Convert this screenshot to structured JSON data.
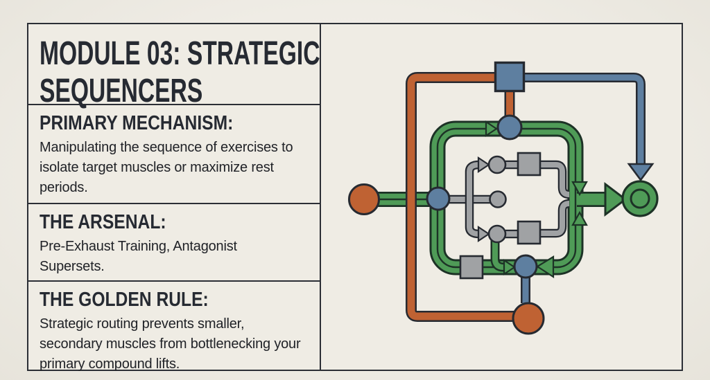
{
  "card": {
    "title": "MODULE 03: STRATEGIC SEQUENCERS",
    "sections": [
      {
        "heading": "PRIMARY MECHANISM:",
        "body": "Manipulating the sequence of exercises to isolate target muscles or maximize rest periods."
      },
      {
        "heading": "THE ARSENAL:",
        "body": "Pre-Exhaust Training, Antagonist Supersets."
      },
      {
        "heading": "THE GOLDEN RULE:",
        "body": "Strategic routing prevents smaller, secondary muscles from bottlenecking your primary compound lifts."
      }
    ]
  },
  "diagram": {
    "colors": {
      "orange": "#bf6233",
      "blue": "#5e7fa0",
      "green": "#4f9b57",
      "gray": "#a0a2a4",
      "ink": "#262a31",
      "inkgreen": "#1d3226",
      "border": "#2b2e35",
      "cardbg": "#efece4",
      "heading": "#262a32",
      "body": "#202227"
    },
    "nodes": [
      {
        "id": "start-node-orange",
        "shape": "circle",
        "color": "orange"
      },
      {
        "id": "junction-node-blue-left",
        "shape": "circle",
        "color": "blue"
      },
      {
        "id": "control-node-blue-square",
        "shape": "square",
        "color": "blue"
      },
      {
        "id": "junction-node-blue-top",
        "shape": "circle",
        "color": "blue"
      },
      {
        "id": "relay-node-gray-top",
        "shape": "circle",
        "color": "gray"
      },
      {
        "id": "stage-node-gray-top",
        "shape": "square",
        "color": "gray"
      },
      {
        "id": "relay-node-gray-middle",
        "shape": "circle",
        "color": "gray"
      },
      {
        "id": "relay-node-gray-bottom",
        "shape": "circle",
        "color": "gray"
      },
      {
        "id": "stage-node-gray-bottom",
        "shape": "square",
        "color": "gray"
      },
      {
        "id": "stage-node-gray-bottom-line",
        "shape": "square",
        "color": "gray"
      },
      {
        "id": "junction-node-blue-bottom",
        "shape": "circle",
        "color": "blue"
      },
      {
        "id": "end-node-orange",
        "shape": "circle",
        "color": "orange"
      },
      {
        "id": "target-node-green",
        "shape": "double-circle",
        "color": "green"
      }
    ]
  }
}
